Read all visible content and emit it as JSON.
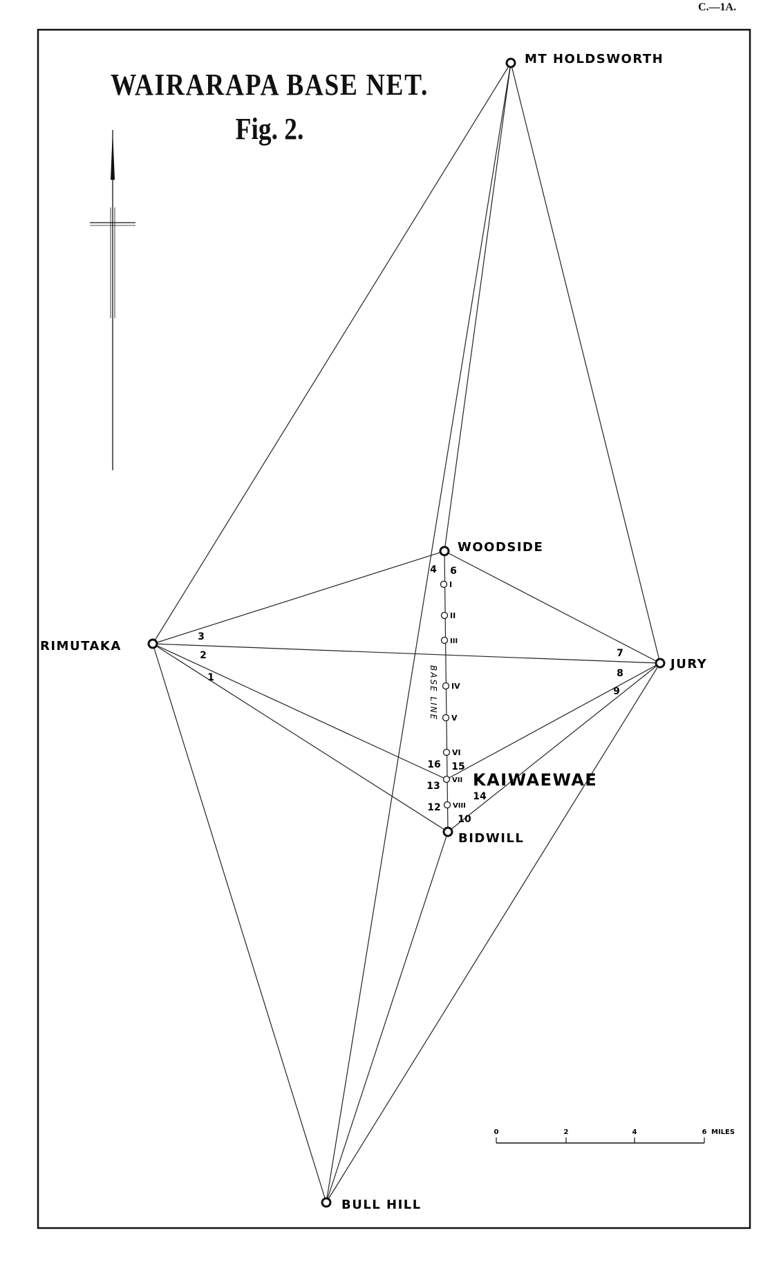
{
  "header_ref": "C.—1A.",
  "title": "WAIRARAPA BASE NET.",
  "subtitle": "Fig. 2.",
  "stations": {
    "holdsworth": "MT HOLDSWORTH",
    "rimutaka": "RIMUTAKA",
    "jury": "JURY",
    "woodside": "WOODSIDE",
    "kaiwaewae": "KAIWAEWAE",
    "bidwill": "BIDWILL",
    "bullhill": "BULL HILL"
  },
  "base_line_label": "BASE LINE",
  "base_line_marks": [
    "I",
    "II",
    "III",
    "IV",
    "V",
    "VI",
    "VII",
    "VIII"
  ],
  "angle_numbers": [
    "1",
    "2",
    "3",
    "4",
    "6",
    "7",
    "8",
    "9",
    "10",
    "12",
    "13",
    "14",
    "15",
    "16"
  ],
  "connections": [
    [
      "holdsworth",
      "rimutaka"
    ],
    [
      "holdsworth",
      "jury"
    ],
    [
      "holdsworth",
      "woodside"
    ],
    [
      "holdsworth",
      "bullhill"
    ],
    [
      "rimutaka",
      "woodside"
    ],
    [
      "rimutaka",
      "jury"
    ],
    [
      "rimutaka",
      "kaiwaewae"
    ],
    [
      "rimutaka",
      "bidwill"
    ],
    [
      "rimutaka",
      "bullhill"
    ],
    [
      "woodside",
      "jury"
    ],
    [
      "jury",
      "kaiwaewae"
    ],
    [
      "jury",
      "bidwill"
    ],
    [
      "jury",
      "bullhill"
    ],
    [
      "bidwill",
      "bullhill"
    ],
    [
      "woodside",
      "bidwill"
    ]
  ],
  "scale": {
    "ticks": [
      "0",
      "2",
      "4",
      "6"
    ],
    "unit": "MILES"
  }
}
